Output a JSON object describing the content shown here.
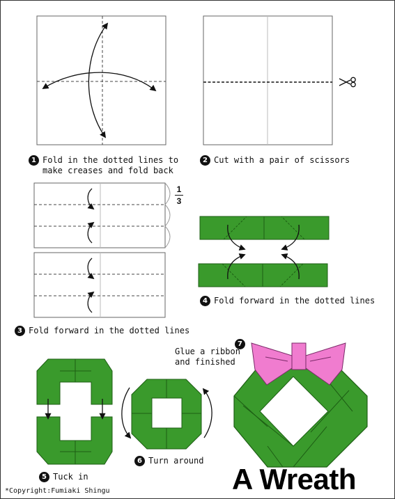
{
  "title": "A Wreath",
  "copyright": "*Copyright:Fumiaki Shingu",
  "colors": {
    "paper_green": "#3a9a2c",
    "paper_dark_green": "#2a7a1e",
    "ribbon_pink": "#f07ccf",
    "line": "#111111",
    "crease": "#bdbdbd"
  },
  "fraction": {
    "numerator": "1",
    "denominator": "3"
  },
  "steps": [
    {
      "number": "1",
      "text": "Fold in the dotted lines to\nmake creases and fold back"
    },
    {
      "number": "2",
      "text": "Cut with a pair of scissors"
    },
    {
      "number": "3",
      "text": "Fold forward in the dotted lines"
    },
    {
      "number": "4",
      "text": "Fold forward in the dotted lines"
    },
    {
      "number": "5",
      "text": "Tuck in"
    },
    {
      "number": "6",
      "text": "Turn around"
    },
    {
      "number": "7",
      "text": "Glue a ribbon\nand finished"
    }
  ],
  "icons": [
    "scissors-icon"
  ]
}
